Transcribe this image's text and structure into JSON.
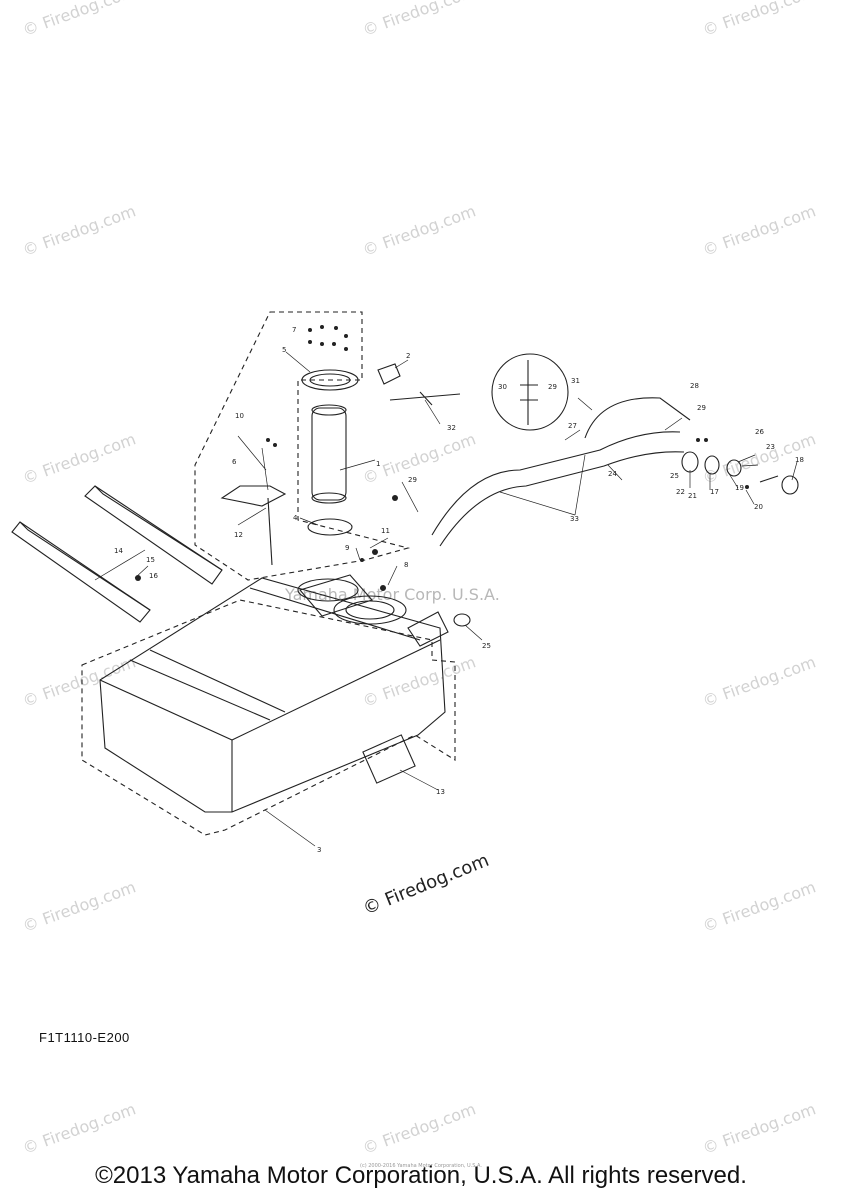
{
  "watermark": "© Firedog.com",
  "watermark_center": "Yamaha Motor Corp. U.S.A.",
  "diagram_code": "F1T1110-E200",
  "copyright": "©2013 Yamaha Motor Corporation, U.S.A. All rights reserved.",
  "fine_print": "(c) 2000-2016 Yamaha Motor Corporation, U.S.A.",
  "callouts": [
    "1",
    "2",
    "3",
    "4",
    "5",
    "6",
    "7",
    "8",
    "9",
    "10",
    "11",
    "12",
    "13",
    "14",
    "15",
    "16",
    "17",
    "18",
    "19",
    "20",
    "21",
    "22",
    "23",
    "24",
    "25",
    "26",
    "27",
    "28",
    "29",
    "30",
    "31",
    "32",
    "33"
  ]
}
